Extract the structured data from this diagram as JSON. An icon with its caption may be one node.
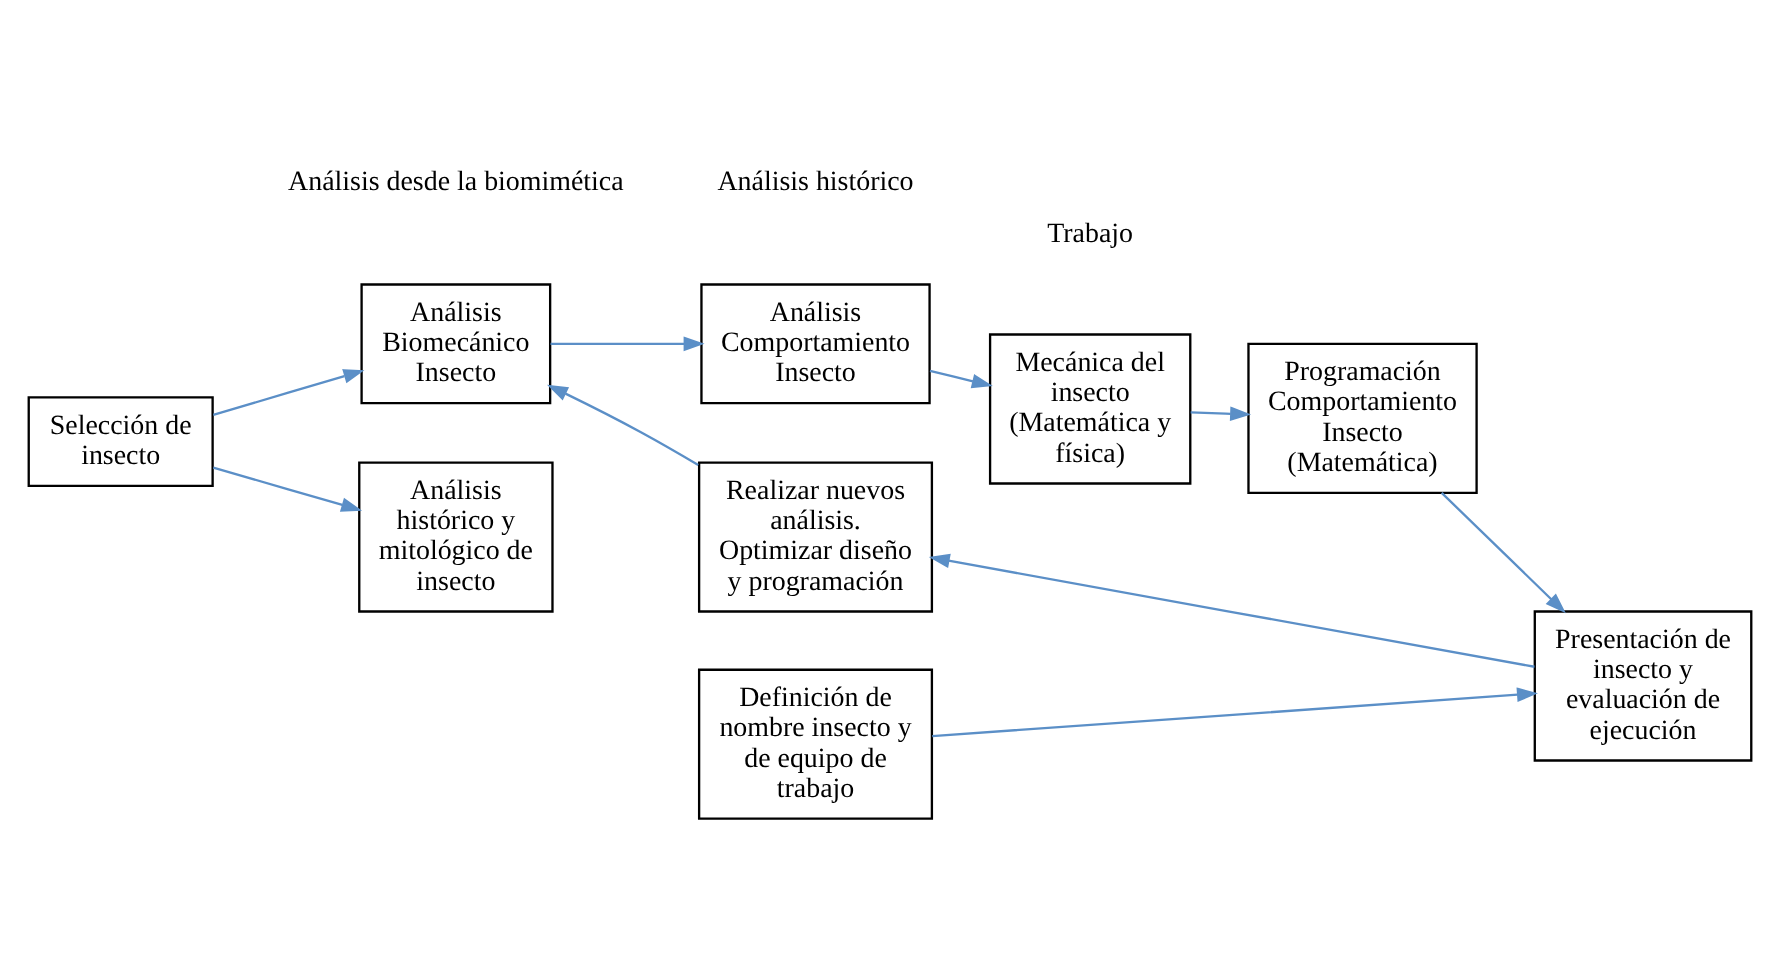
{
  "diagram": {
    "nodes": [
      {
        "text": [
          "Selección de insecto"
        ]
      },
      {
        "text": [
          "Análisis Biomecánico Insecto"
        ]
      },
      {
        "text": [
          "Análisis Comportamiento Insecto"
        ]
      },
      {
        "text": [
          "Mecánica del insecto (Matemática y física)"
        ]
      },
      {
        "text": [
          "Programación Comportamiento Insecto (Matemática)"
        ]
      },
      {
        "text": [
          "Presentación de insecto y evaluación de ejecución"
        ]
      },
      {
        "text": [
          "Realizar nuevos análisis. Optimizar diseño y programación"
        ]
      },
      {
        "text": [
          "Análisis histórico y mitológico de insecto"
        ]
      },
      {
        "text": [
          "Definición de nombre insecto y de equipo de trabajo"
        ]
      }
    ],
    "edges": [
      {
        "from": 0,
        "to": 1,
        "arrow": "to"
      },
      {
        "from": 1,
        "to": 2,
        "arrow": "to"
      },
      {
        "from": 2,
        "to": 3,
        "arrow": "to"
      },
      {
        "from": 3,
        "to": 4,
        "arrow": "to"
      },
      {
        "from": 4,
        "to": 5,
        "arrow": "to"
      },
      {
        "from": 5,
        "to": 6,
        "arrow": "to"
      },
      {
        "from": 6,
        "to": 1,
        "arrow": "to"
      },
      {
        "from": 0,
        "to": 7,
        "arrow": "to"
      },
      {
        "from": 8,
        "to": 5,
        "arrow": "to"
      }
    ],
    "labels": [
      "Análisis desde la biomimética",
      "Trabajo",
      "Análisis histórico"
    ]
  }
}
